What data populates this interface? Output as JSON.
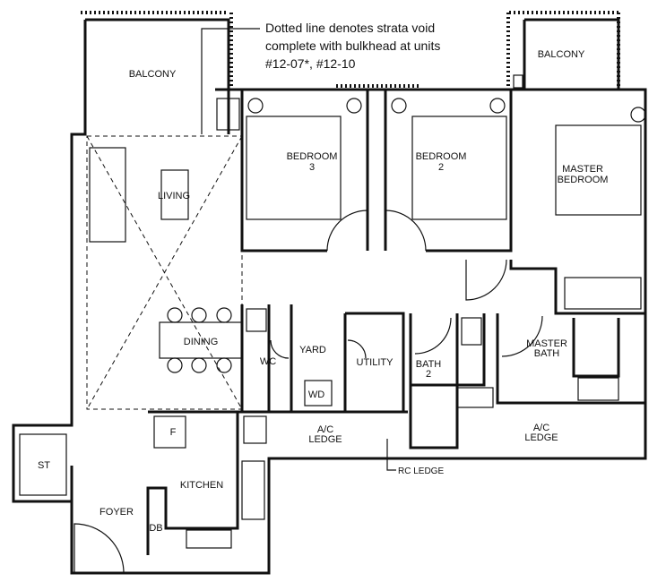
{
  "note": {
    "lines": [
      "Dotted line denotes strata void",
      "complete with bulkhead at units",
      "#12-07*, #12-10"
    ]
  },
  "rooms": {
    "balcony_left": "BALCONY",
    "balcony_right": "BALCONY",
    "bedroom3": [
      "BEDROOM",
      "3"
    ],
    "bedroom2": [
      "BEDROOM",
      "2"
    ],
    "master_bedroom": [
      "MASTER",
      "BEDROOM"
    ],
    "living": "LIVING",
    "dining": "DINING",
    "wc": "WC",
    "yard": "YARD",
    "wd": "WD",
    "utility": "UTILITY",
    "bath2": [
      "BATH",
      "2"
    ],
    "master_bath": [
      "MASTER",
      "BATH"
    ],
    "ac_ledge_left": [
      "A/C",
      "LEDGE"
    ],
    "ac_ledge_right": [
      "A/C",
      "LEDGE"
    ],
    "rc_ledge": "RC LEDGE",
    "st": "ST",
    "kitchen": "KITCHEN",
    "fridge": "F",
    "foyer": "FOYER",
    "db": "DB"
  }
}
